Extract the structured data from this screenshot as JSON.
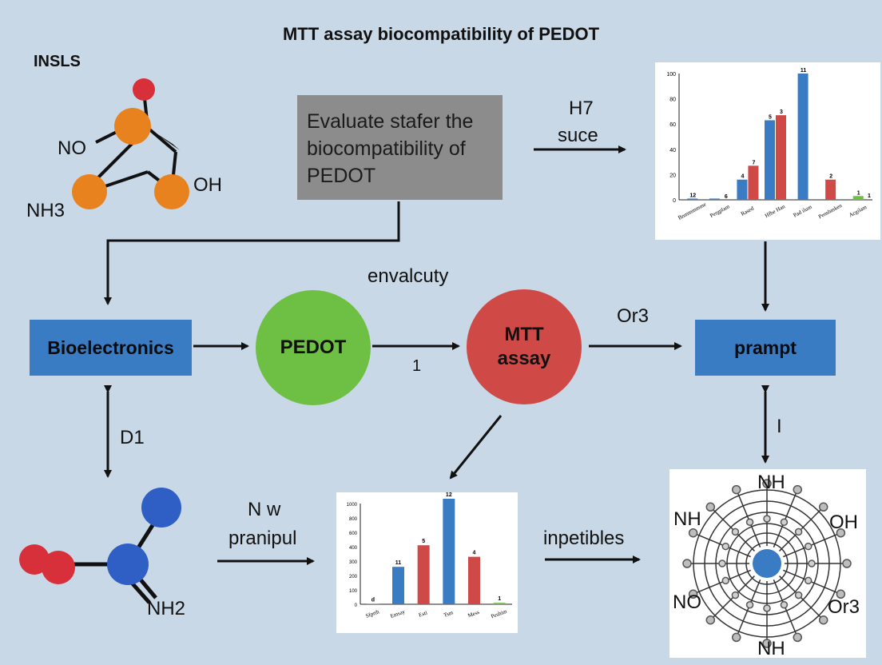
{
  "title": "MTT assay biocompatibility of PEDOT",
  "top_left_label": "INSLS",
  "molecule_top": {
    "labels": {
      "no": "NO",
      "oh": "OH",
      "nh3": "NH3"
    },
    "colors": {
      "carbon": "#e8821e",
      "oxygen": "#d8303a"
    }
  },
  "molecule_bottom": {
    "labels": {
      "nh2": "NH2"
    },
    "colors": {
      "nitrogen": "#2f5fc4",
      "oxygen": "#d8303a"
    }
  },
  "eval_box": {
    "line1": "Evaluate stafer the",
    "line2": "biocompatibility of",
    "line3": "PEDOT"
  },
  "nodes": {
    "bioelectronics": "Bioelectronics",
    "pedot": "PEDOT",
    "mtt_line1": "MTT",
    "mtt_line2": "assay",
    "prampt": "prampt"
  },
  "edge_labels": {
    "h7": "H7",
    "suce": "suce",
    "envalcuty": "envalcuty",
    "one": "1",
    "or3": "Or3",
    "d1": "D1",
    "i": "I",
    "nw": "N w",
    "pranipul": "pranipul",
    "inpetibles": "inpetibles"
  },
  "dendrimer": {
    "top": "NH",
    "bottom": "NH",
    "left_top": "NH",
    "right_top": "OH",
    "left_bottom": "NO",
    "right_bottom": "Or3"
  },
  "colors": {
    "background": "#c9d8e6",
    "blue": "#3a7cc4",
    "green": "#6ec045",
    "red": "#cf4a47",
    "gray": "#8c8c8c"
  },
  "chart_data": [
    {
      "type": "bar",
      "categories": [
        "Bnmmmmme",
        "Pergplam",
        "Rased",
        "Hfbe Han",
        "Pad ilum",
        "Penshmken",
        "Acgilam"
      ],
      "ylim": [
        0,
        100
      ],
      "yticks": [
        "0",
        "20",
        "40",
        "60",
        "80",
        "100"
      ],
      "series": [
        {
          "color": "#3a7cc4",
          "values": [
            1,
            1,
            16,
            63,
            100,
            0,
            0
          ],
          "labels": [
            "12",
            "",
            "4",
            "5",
            "11",
            "",
            ""
          ]
        },
        {
          "color": "#cf4a47",
          "values": [
            0,
            0,
            27,
            67,
            0,
            16,
            0
          ],
          "labels": [
            "",
            "6",
            "7",
            "3",
            "",
            "2",
            ""
          ]
        },
        {
          "color": "#6ec045",
          "values": [
            0,
            0,
            0,
            0,
            0,
            0,
            3
          ],
          "labels": [
            "",
            "",
            "",
            "",
            "",
            "",
            "1"
          ]
        }
      ],
      "trailing_label": "1"
    },
    {
      "type": "bar",
      "categories": [
        "Sfprth",
        "Emsay",
        "Esti",
        "Tsm",
        "Mess",
        "Peshim"
      ],
      "ylim": [
        0,
        1000
      ],
      "yticks": [
        "0",
        "100",
        "200",
        "300",
        "400",
        "600",
        "800",
        "1000"
      ],
      "values": [
        2,
        260,
        420,
        1150,
        330,
        10
      ],
      "colors": [
        "#cf4a47",
        "#3a7cc4",
        "#cf4a47",
        "#3a7cc4",
        "#cf4a47",
        "#6ec045"
      ],
      "value_labels": [
        "d",
        "11",
        "5",
        "12",
        "4",
        "1"
      ]
    }
  ]
}
